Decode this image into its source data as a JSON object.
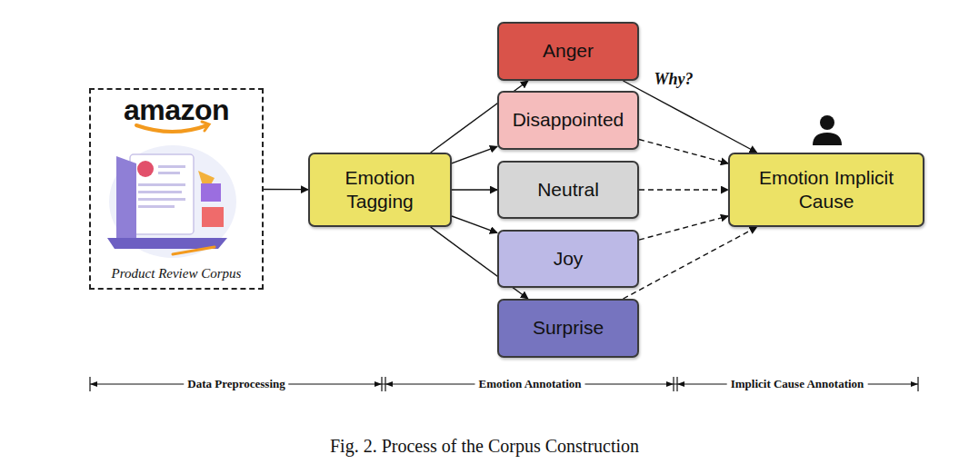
{
  "diagram": {
    "caption": "Fig. 2. Process of the Corpus Construction",
    "nodes": [
      {
        "text": [
          "amazon",
          "Product Review Corpus"
        ]
      },
      {
        "text": [
          "Emotion Tagging"
        ]
      },
      {
        "text": [
          "Anger"
        ]
      },
      {
        "text": [
          "Disappointed"
        ]
      },
      {
        "text": [
          "Neutral"
        ]
      },
      {
        "text": [
          "Joy"
        ]
      },
      {
        "text": [
          "Surprise"
        ]
      },
      {
        "text": [
          "Emotion Implicit Cause"
        ]
      }
    ],
    "edges": [
      {
        "from": 0,
        "to": 1,
        "arrow": "to"
      },
      {
        "from": 1,
        "to": 2,
        "arrow": "to"
      },
      {
        "from": 1,
        "to": 3,
        "arrow": "to"
      },
      {
        "from": 1,
        "to": 4,
        "arrow": "to"
      },
      {
        "from": 1,
        "to": 5,
        "arrow": "to"
      },
      {
        "from": 1,
        "to": 6,
        "arrow": "to"
      },
      {
        "from": 2,
        "to": 7,
        "label": "Why?",
        "arrow": "to"
      },
      {
        "from": 3,
        "to": 7,
        "arrow": "to"
      },
      {
        "from": 4,
        "to": 7,
        "arrow": "to"
      },
      {
        "from": 5,
        "to": 7,
        "arrow": "to"
      },
      {
        "from": 6,
        "to": 7,
        "arrow": "to"
      }
    ],
    "labels": [
      "Data Preprocessing",
      "Emotion Annotation",
      "Implicit Cause Annotation"
    ]
  }
}
